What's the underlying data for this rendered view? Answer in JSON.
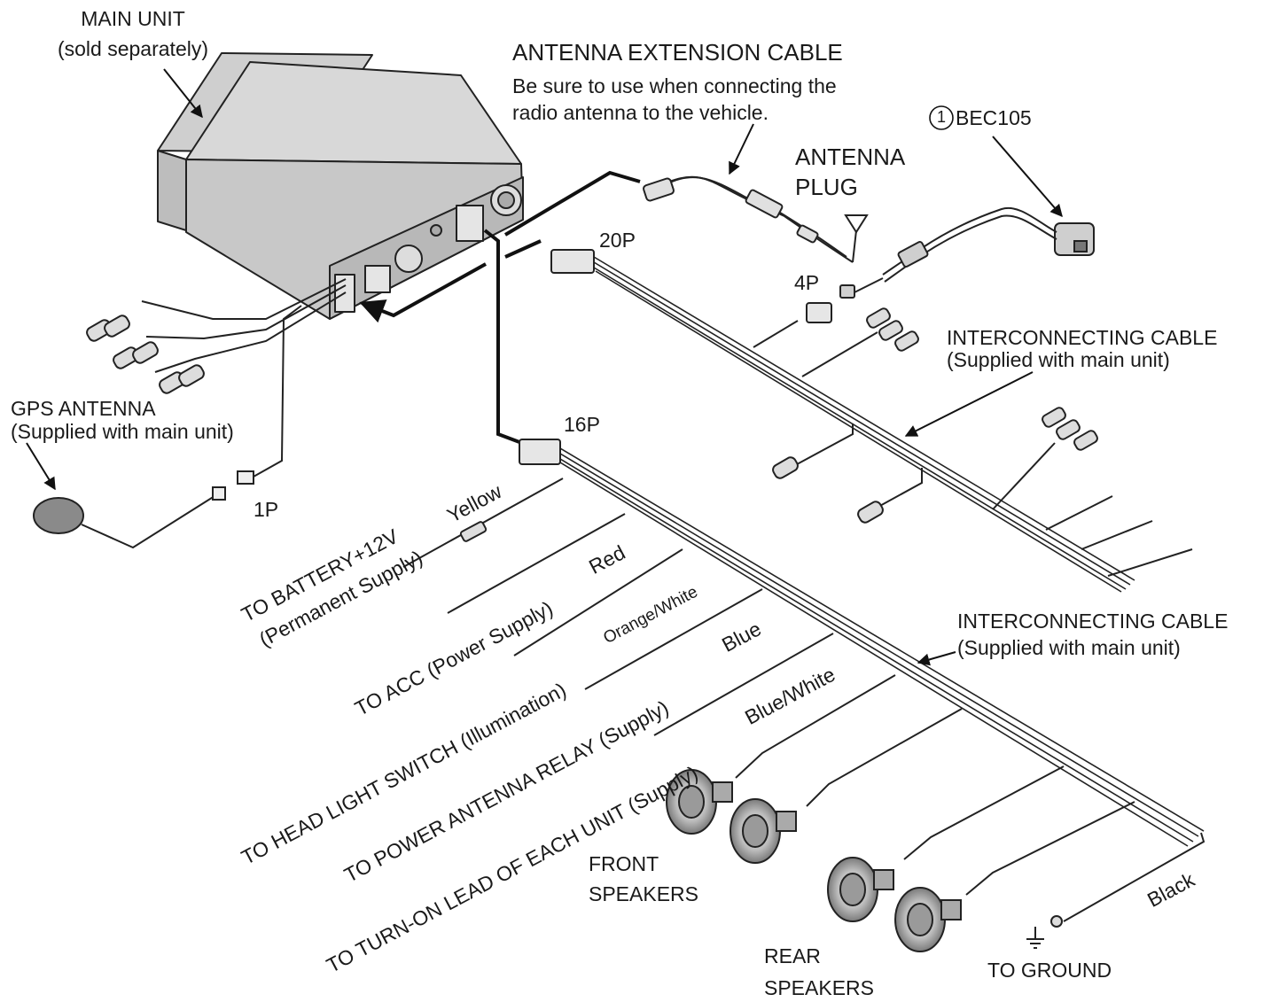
{
  "labels": {
    "main_unit": "MAIN UNIT",
    "main_unit_note": "(sold separately)",
    "antenna_ext_title": "ANTENNA EXTENSION CABLE",
    "antenna_ext_note1": "Be sure to use when connecting the",
    "antenna_ext_note2": "radio antenna to the vehicle.",
    "antenna_plug_1": "ANTENNA",
    "antenna_plug_2": "PLUG",
    "part_number": "1",
    "bec": "BEC105",
    "conn_20p": "20P",
    "conn_4p": "4P",
    "conn_16p": "16P",
    "conn_1p": "1P",
    "gps_title": "GPS ANTENNA",
    "gps_note": "(Supplied with main unit)",
    "icc1_title": "INTERCONNECTING CABLE",
    "icc1_note": "(Supplied with main unit)",
    "icc2_title": "INTERCONNECTING CABLE",
    "icc2_note": "(Supplied with main unit)",
    "yellow": "Yellow",
    "red": "Red",
    "orange_white": "Orange/White",
    "blue": "Blue",
    "blue_white": "Blue/White",
    "black": "Black",
    "battery_1": "TO BATTERY+12V",
    "battery_2": "(Permanent Supply)",
    "acc": "TO ACC (Power Supply)",
    "headlight": "TO HEAD LIGHT SWITCH (Illumination)",
    "power_antenna": "TO POWER ANTENNA RELAY (Supply)",
    "turn_on": "TO TURN-ON LEAD OF EACH UNIT (Supply)",
    "front_1": "FRONT",
    "front_2": "SPEAKERS",
    "rear_1": "REAR",
    "rear_2": "SPEAKERS",
    "ground": "TO GROUND"
  }
}
